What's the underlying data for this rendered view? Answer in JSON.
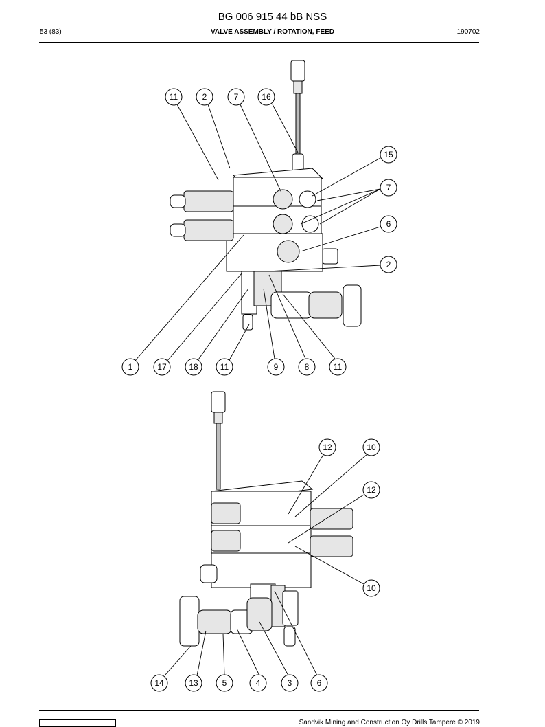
{
  "header": {
    "doc_title": "BG 006 915 44 bB NSS",
    "page": "53 (83)",
    "section": "VALVE ASSEMBLY / ROTATION, FEED",
    "date": "190702"
  },
  "footer": {
    "copyright": "Sandvik Mining and Construction Oy Drills Tampere © 2019"
  },
  "callouts_top": [
    "11",
    "2",
    "7",
    "16",
    "15",
    "7",
    "6",
    "2",
    "1",
    "17",
    "18",
    "11",
    "9",
    "8",
    "11"
  ],
  "callouts_bottom": [
    "12",
    "10",
    "12",
    "10",
    "14",
    "13",
    "5",
    "4",
    "3",
    "6"
  ]
}
